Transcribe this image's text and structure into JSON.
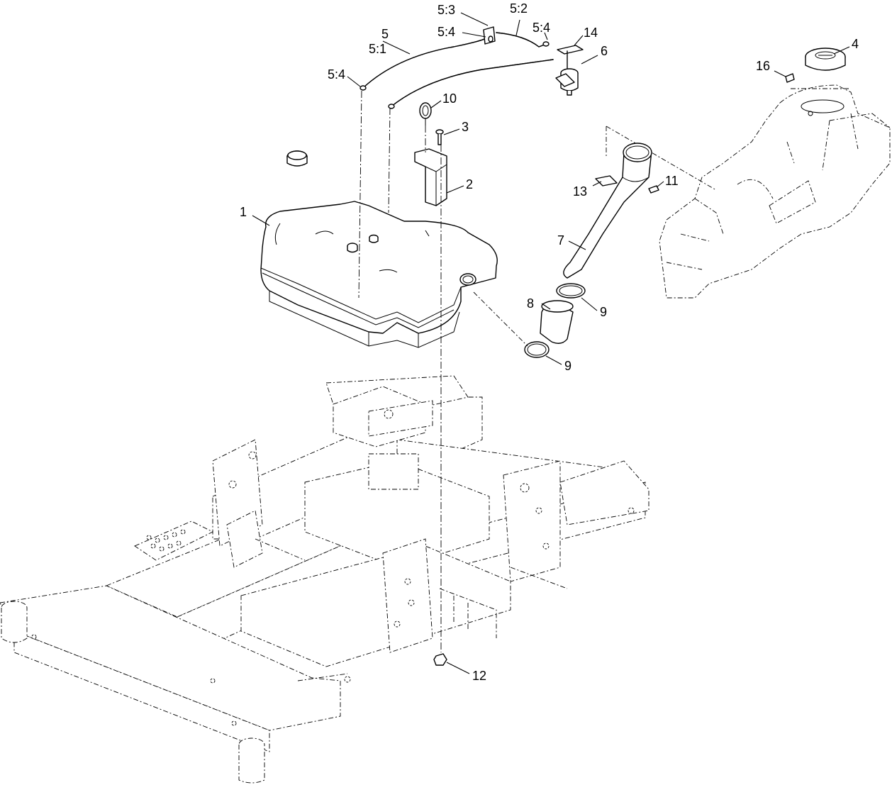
{
  "callouts": {
    "c5_3": "5:3",
    "c5_2": "5:2",
    "c5_4_top": "5:4",
    "c14": "14",
    "c5": "5",
    "c5_4_mid": "5:4",
    "c5_1": "5:1",
    "c6": "6",
    "c4": "4",
    "c16": "16",
    "c5_4_left": "5:4",
    "c10": "10",
    "c3": "3",
    "c2": "2",
    "c13": "13",
    "c11": "11",
    "c1": "1",
    "c7": "7",
    "c8": "8",
    "c9_upper": "9",
    "c9_lower": "9",
    "c12": "12"
  }
}
